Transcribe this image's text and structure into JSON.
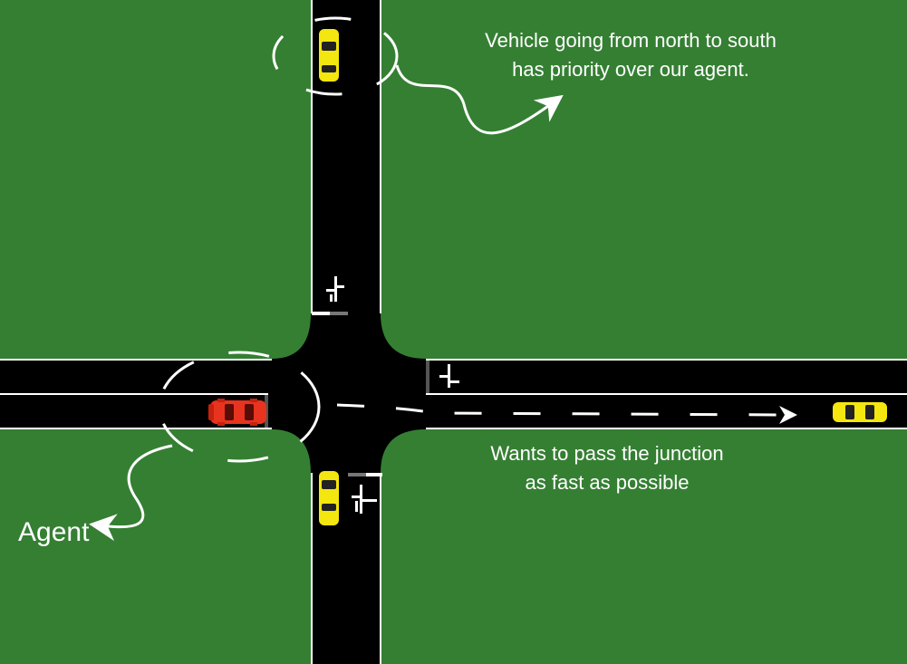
{
  "colors": {
    "grass": "#357f33",
    "road": "#000000",
    "edge_line": "#ffffff",
    "agent_car": "#e8331f",
    "other_car": "#f4e60f",
    "annotation": "#ffffff"
  },
  "annotations": {
    "priority_line1": "Vehicle going from north to south",
    "priority_line2": "has priority over our agent.",
    "goal_line1": "Wants to pass the junction",
    "goal_line2": "as fast as possible",
    "agent_label": "Agent"
  },
  "icons": {
    "lane_marking": "turn-arrows-icon",
    "path_arrow": "arrowhead-icon"
  }
}
